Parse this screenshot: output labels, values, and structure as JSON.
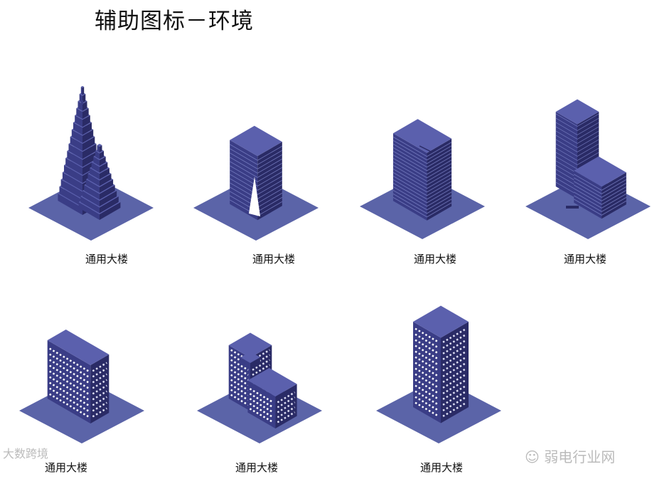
{
  "title": "辅助图标－环境",
  "items": [
    {
      "label": "通用大楼",
      "icon": "skyscraper-twin-spire-icon"
    },
    {
      "label": "通用大楼",
      "icon": "office-building-arch-icon"
    },
    {
      "label": "通用大楼",
      "icon": "office-tower-striped-icon"
    },
    {
      "label": "通用大楼",
      "icon": "office-complex-icon"
    },
    {
      "label": "通用大楼",
      "icon": "office-building-windows-icon"
    },
    {
      "label": "通用大楼",
      "icon": "office-building-stepped-icon"
    },
    {
      "label": "通用大楼",
      "icon": "office-tower-windows-icon"
    }
  ],
  "watermarks": {
    "wechat": "弱电行业网",
    "corner": "大数跨境"
  },
  "colors": {
    "ground": "#5b64a8",
    "top": "#5b60ad",
    "left": "#3a3d86",
    "right": "#2a2b66"
  }
}
